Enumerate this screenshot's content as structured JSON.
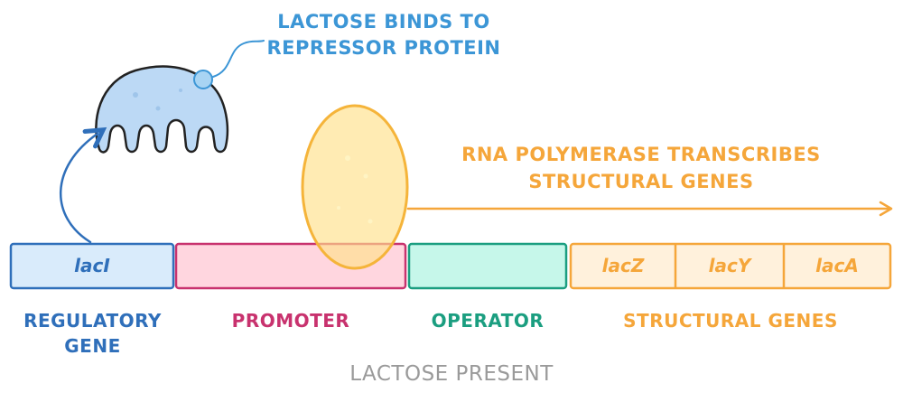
{
  "annotations": {
    "lactose_binds": [
      "LACTOSE BINDS TO",
      "REPRESSOR PROTEIN"
    ],
    "rna_polymerase": [
      "RNA POLYMERASE TRANSCRIBES",
      "STRUCTURAL GENES"
    ]
  },
  "segments": {
    "regulatory": {
      "gene": "lacI",
      "label": [
        "REGULATORY",
        "GENE"
      ]
    },
    "promoter": {
      "label": "PROMOTER"
    },
    "operator": {
      "label": "OPERATOR"
    },
    "structural": {
      "genes": [
        "lacZ",
        "lacY",
        "lacA"
      ],
      "label": "STRUCTURAL GENES"
    }
  },
  "caption": "LACTOSE PRESENT",
  "colors": {
    "blue": "#2f6fba",
    "blue_light": "#d9ebfb",
    "blue_annot": "#3c96d6",
    "pink": "#c8326e",
    "pink_light": "#ffd6df",
    "teal": "#1b9e80",
    "teal_light": "#c6f7ea",
    "orange": "#f5a63a",
    "orange_light": "#fff1dc",
    "gray": "#9a9a9a",
    "dark_outline": "#222222"
  }
}
